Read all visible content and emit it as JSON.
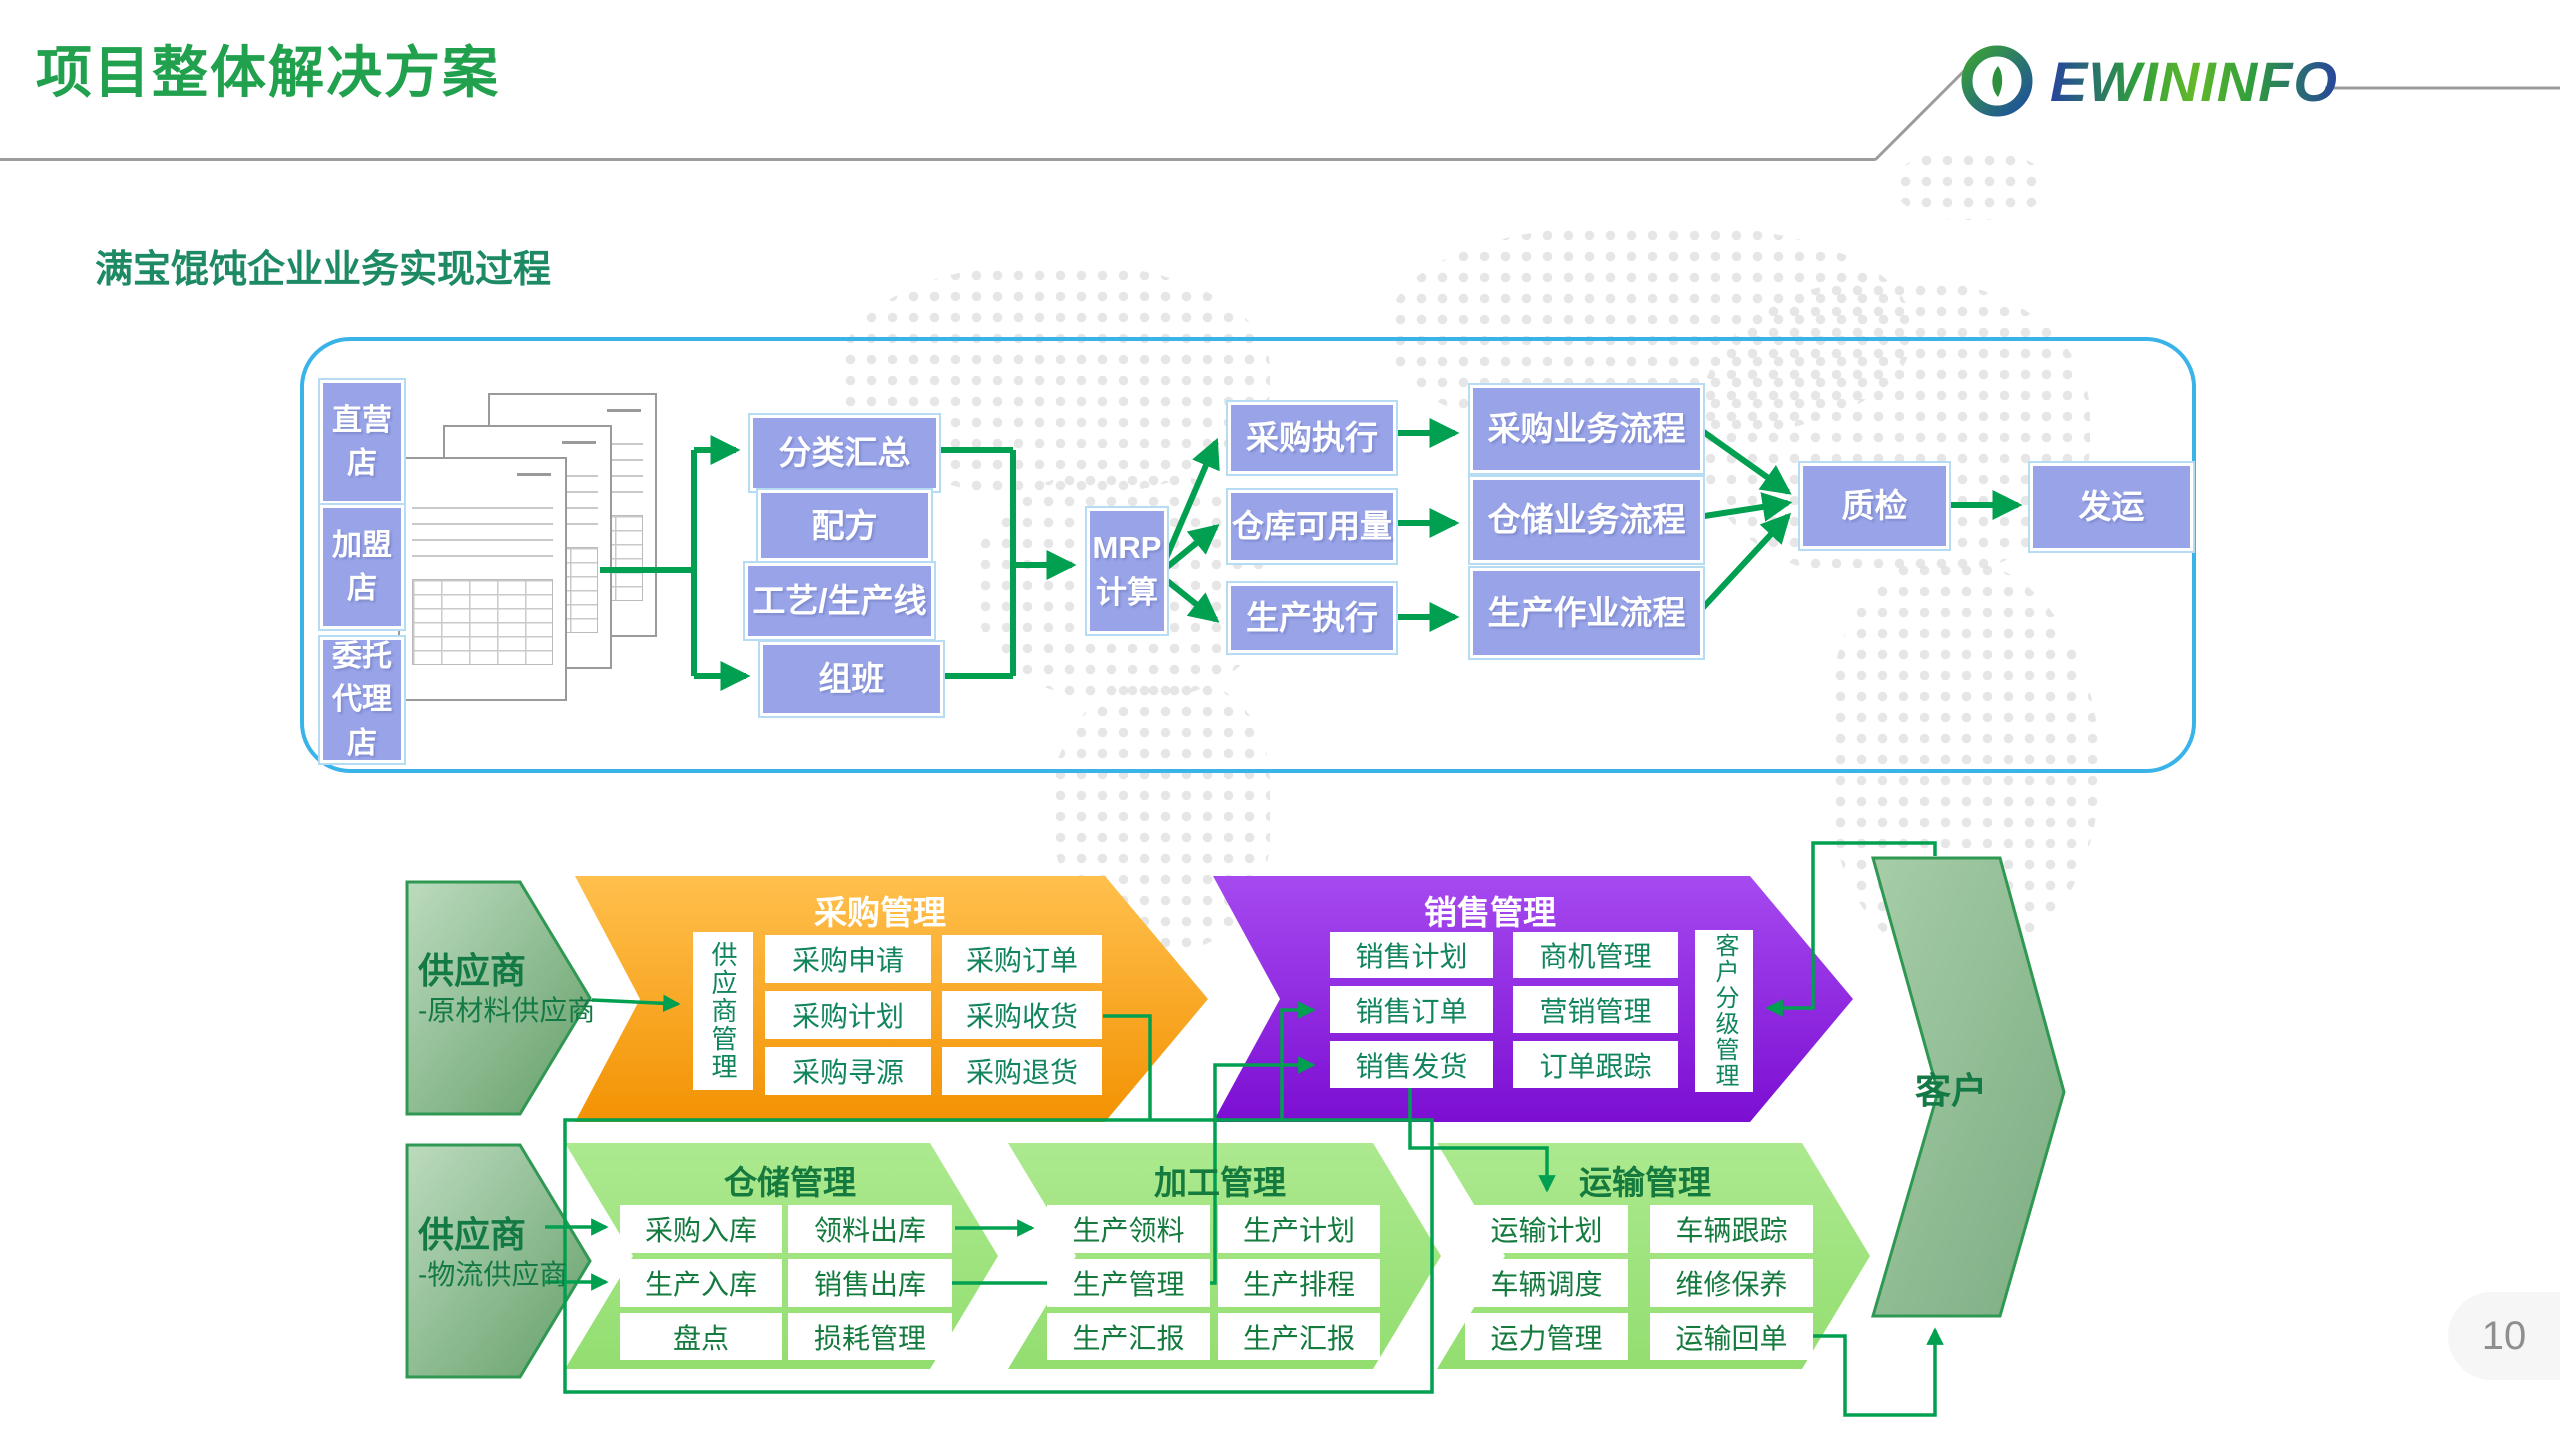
{
  "slide": {
    "title": "项目整体解决方案",
    "subtitle": "满宝馄饨企业业务实现过程",
    "logo_text": "EWININFO",
    "page_number": "10"
  },
  "colors": {
    "title_green": "#21A14D",
    "subtitle_green": "#1D8A63",
    "connector_green": "#00A050",
    "box_periwinkle": "#99A4E8",
    "box_frame_blue": "#3AB3E8",
    "chevron_orange": "#F89F1B",
    "chevron_purple": "#8A1BDD",
    "chevron_light_green": "#9FE27E",
    "supplier_green": "#2F9852"
  },
  "top_flow": {
    "sources": [
      "直营\n店",
      "加盟\n店",
      "委托\n代理店"
    ],
    "steps": [
      "分类汇总",
      "配方",
      "工艺/生产线",
      "组班"
    ],
    "mrp": "MRP\n计算",
    "exec": [
      "采购执行",
      "仓库可用量",
      "生产执行"
    ],
    "processes": [
      "采购业务流程",
      "仓储业务流程",
      "生产作业流程"
    ],
    "qc": "质检",
    "ship": "发运"
  },
  "bottom": {
    "supplier_material": {
      "title": "供应商",
      "subtitle": "-原材料供应商"
    },
    "supplier_logistics": {
      "title": "供应商",
      "subtitle": "-物流供应商"
    },
    "purchase": {
      "title": "采购管理",
      "side": "供应商管理",
      "items": [
        "采购申请",
        "采购订单",
        "采购计划",
        "采购收货",
        "采购寻源",
        "采购退货"
      ]
    },
    "sales": {
      "title": "销售管理",
      "side": "客户分级管理",
      "items": [
        "销售计划",
        "商机管理",
        "销售订单",
        "营销管理",
        "销售发货",
        "订单跟踪"
      ]
    },
    "warehouse": {
      "title": "仓储管理",
      "items": [
        "采购入库",
        "领料出库",
        "生产入库",
        "销售出库",
        "盘点",
        "损耗管理"
      ]
    },
    "processing": {
      "title": "加工管理",
      "items": [
        "生产领料",
        "生产计划",
        "生产管理",
        "生产排程",
        "生产汇报",
        "生产汇报"
      ]
    },
    "transport": {
      "title": "运输管理",
      "items": [
        "运输计划",
        "车辆跟踪",
        "车辆调度",
        "维修保养",
        "运力管理",
        "运输回单"
      ]
    },
    "customer": "客户"
  }
}
